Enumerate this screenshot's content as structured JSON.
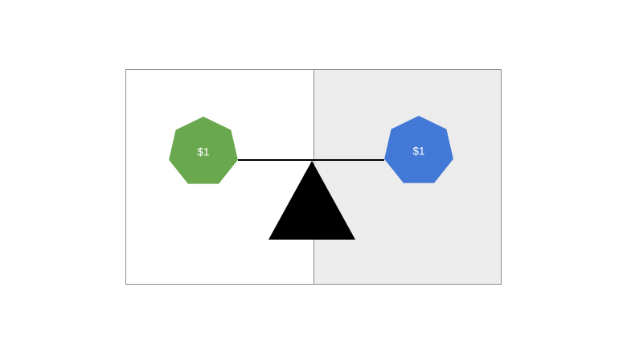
{
  "diagram": {
    "kind": "balance-scale",
    "panels": [
      {
        "side": "left",
        "background": "#ffffff"
      },
      {
        "side": "right",
        "background": "#ececec"
      }
    ]
  },
  "coins": [
    {
      "side": "left",
      "label": "$1",
      "shape": "heptagon",
      "color": "#6aa84f",
      "text_color": "#ffffff"
    },
    {
      "side": "right",
      "label": "$1",
      "shape": "heptagon",
      "color": "#4278d6",
      "text_color": "#ffffff"
    }
  ],
  "colors": {
    "page_bg": "#ffffff",
    "frame_border": "#8c8c8c",
    "divider": "#8c8c8c",
    "right_panel_bg": "#ececec",
    "beam": "#000000",
    "fulcrum": "#000000"
  }
}
